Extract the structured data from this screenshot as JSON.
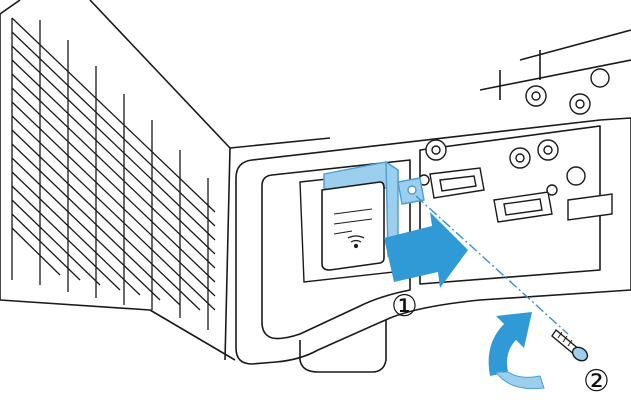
{
  "figure": {
    "description_hidden": false,
    "steps": [
      {
        "label": "①"
      },
      {
        "label": "②"
      }
    ],
    "parts": {
      "projector": "projector-body",
      "module": "wireless-lan-module",
      "module_icon": "wifi-icon",
      "screw": "screw",
      "cover": "module-cover"
    },
    "colors": {
      "outline": "#1a1a1a",
      "accent_fill": "#9ccfee",
      "accent_stroke": "#4a9fd3",
      "arrow_fill": "#2f9ad6",
      "guide_line": "#3b8fd0"
    }
  }
}
